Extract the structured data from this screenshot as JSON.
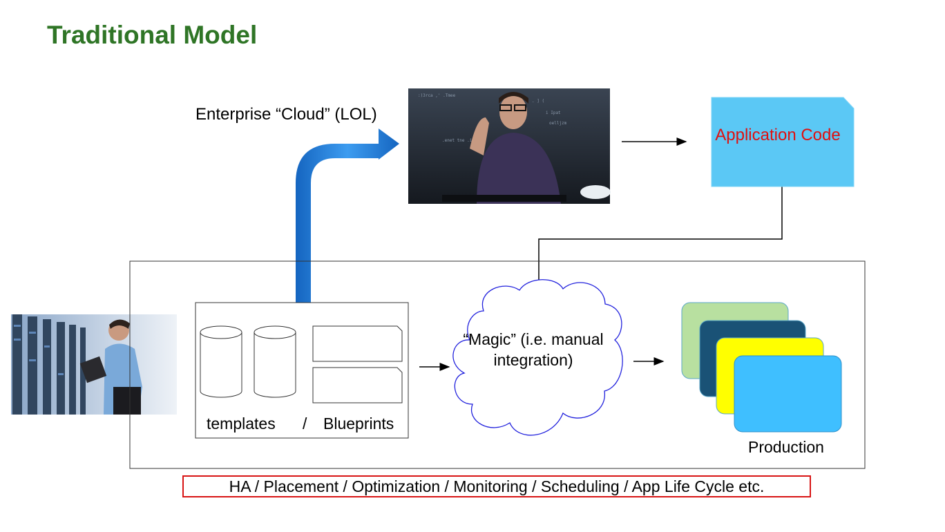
{
  "title": "Traditional Model",
  "cloud_label": "Enterprise “Cloud” (LOL)",
  "app_code_label": "Application Code",
  "magic_label": "“Magic” (i.e. manual integration)",
  "templates_label": "templates",
  "slash_label": "/",
  "blueprints_label": "Blueprints",
  "production_label": "Production",
  "bottom_label": "HA / Placement / Optimization / Monitoring / Scheduling / App Life Cycle etc.",
  "colors": {
    "title": "#2f7526",
    "app_code_fill": "#5bc8f5",
    "app_code_text": "#e01010",
    "arrow_blue": "#1e73d2",
    "cloud_stroke": "#2222dd",
    "card_green": "#b8e0a0",
    "card_navy": "#1a5276",
    "card_yellow": "#ffff00",
    "card_blue": "#3fbfff",
    "bottom_border": "#d81414"
  },
  "images": {
    "developer_photo": "developer-at-screen-photo",
    "admin_photo": "server-room-admin-photo"
  }
}
